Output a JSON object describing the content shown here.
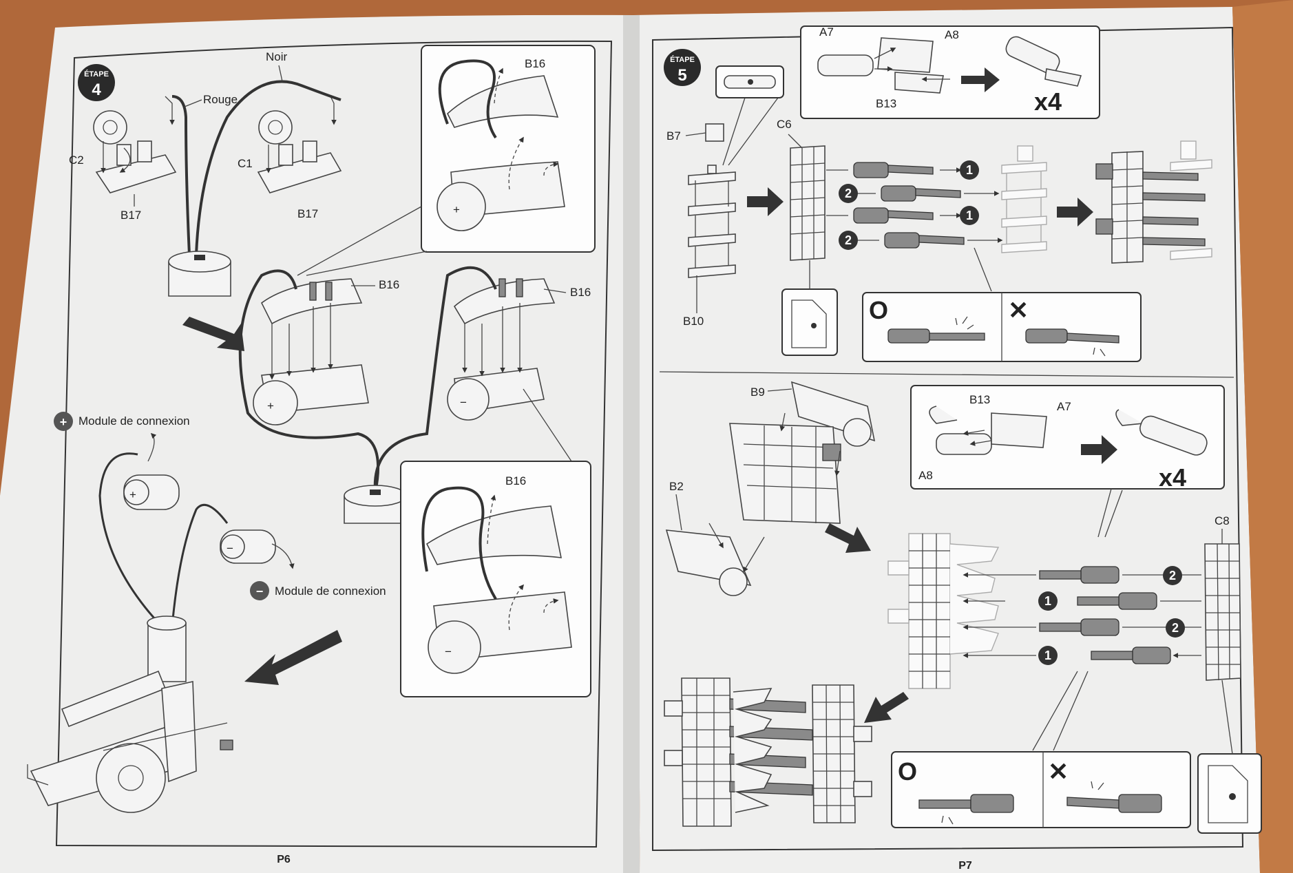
{
  "left_page": {
    "etape_word": "ÉTAPE",
    "etape_number": "4",
    "page_number": "P6",
    "labels": {
      "noir": "Noir",
      "rouge": "Rouge",
      "c2": "C2",
      "c1": "C1",
      "b17_left": "B17",
      "b17_right": "B17",
      "b16_inset_top": "B16",
      "b16_center": "B16",
      "b16_right": "B16",
      "b16_inset_bottom": "B16"
    },
    "plus_module": {
      "symbol": "+",
      "text": "Module de connexion"
    },
    "minus_module": {
      "symbol": "−",
      "text": "Module de connexion"
    }
  },
  "right_page": {
    "etape_word": "ÉTAPE",
    "etape_number": "5",
    "page_number": "P7",
    "top": {
      "labels": {
        "a7": "A7",
        "a8": "A8",
        "b13": "B13",
        "b7": "B7",
        "c6": "C6",
        "b10": "B10"
      },
      "multiplier": "x4",
      "order_badges": [
        "1",
        "2",
        "1",
        "2"
      ],
      "correct_symbol": "O",
      "wrong_symbol": "✕"
    },
    "bottom": {
      "labels": {
        "b9": "B9",
        "b2": "B2",
        "b13": "B13",
        "a7": "A7",
        "a8": "A8",
        "c8": "C8"
      },
      "multiplier": "x4",
      "order_badges": [
        "2",
        "1",
        "2",
        "1"
      ],
      "correct_symbol": "O",
      "wrong_symbol": "✕"
    }
  }
}
